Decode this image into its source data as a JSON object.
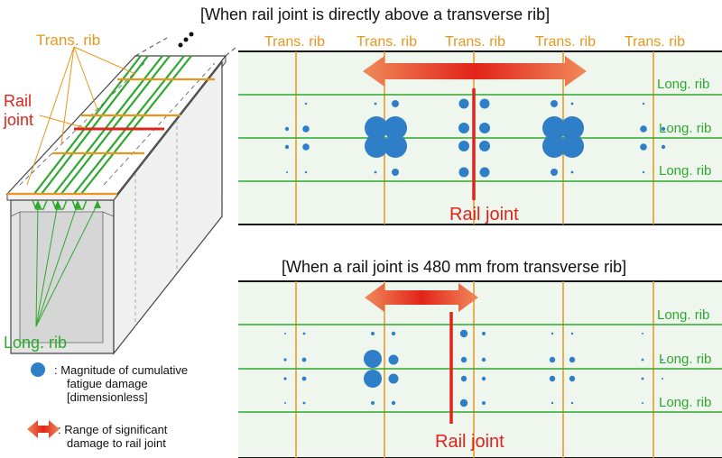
{
  "colors": {
    "trans_rib": "#e8961e",
    "long_rib": "#2ea82e",
    "rail_joint": "#e0241b",
    "damage": "#2f7fc8",
    "panel_bg": "#eef6ee"
  },
  "left": {
    "trans_rib_label": "Trans. rib",
    "rail_joint_label_line1": "Rail",
    "rail_joint_label_line2": "joint",
    "long_rib_label": "Long. rib",
    "legend": {
      "circle_line1": ": Magnitude of cumulative",
      "circle_line2": "fatigue damage",
      "circle_line3": "[dimensionless]",
      "arrow_line1": ": Range of significant",
      "arrow_line2": "damage to rail joint"
    }
  },
  "top": {
    "title": "[When rail joint is directly above a transverse rib]",
    "trans_labels": [
      "Trans. rib",
      "Trans. rib",
      "Trans. rib",
      "Trans. rib",
      "Trans. rib"
    ],
    "long_labels": [
      "Long. rib",
      "Long. rib",
      "Long. rib"
    ],
    "rail_joint_label": "Rail joint"
  },
  "bottom": {
    "title": "[When a rail joint is 480 mm from transverse rib]",
    "long_labels": [
      "Long. rib",
      "Long. rib",
      "Long. rib"
    ],
    "rail_joint_label": "Rail joint"
  }
}
